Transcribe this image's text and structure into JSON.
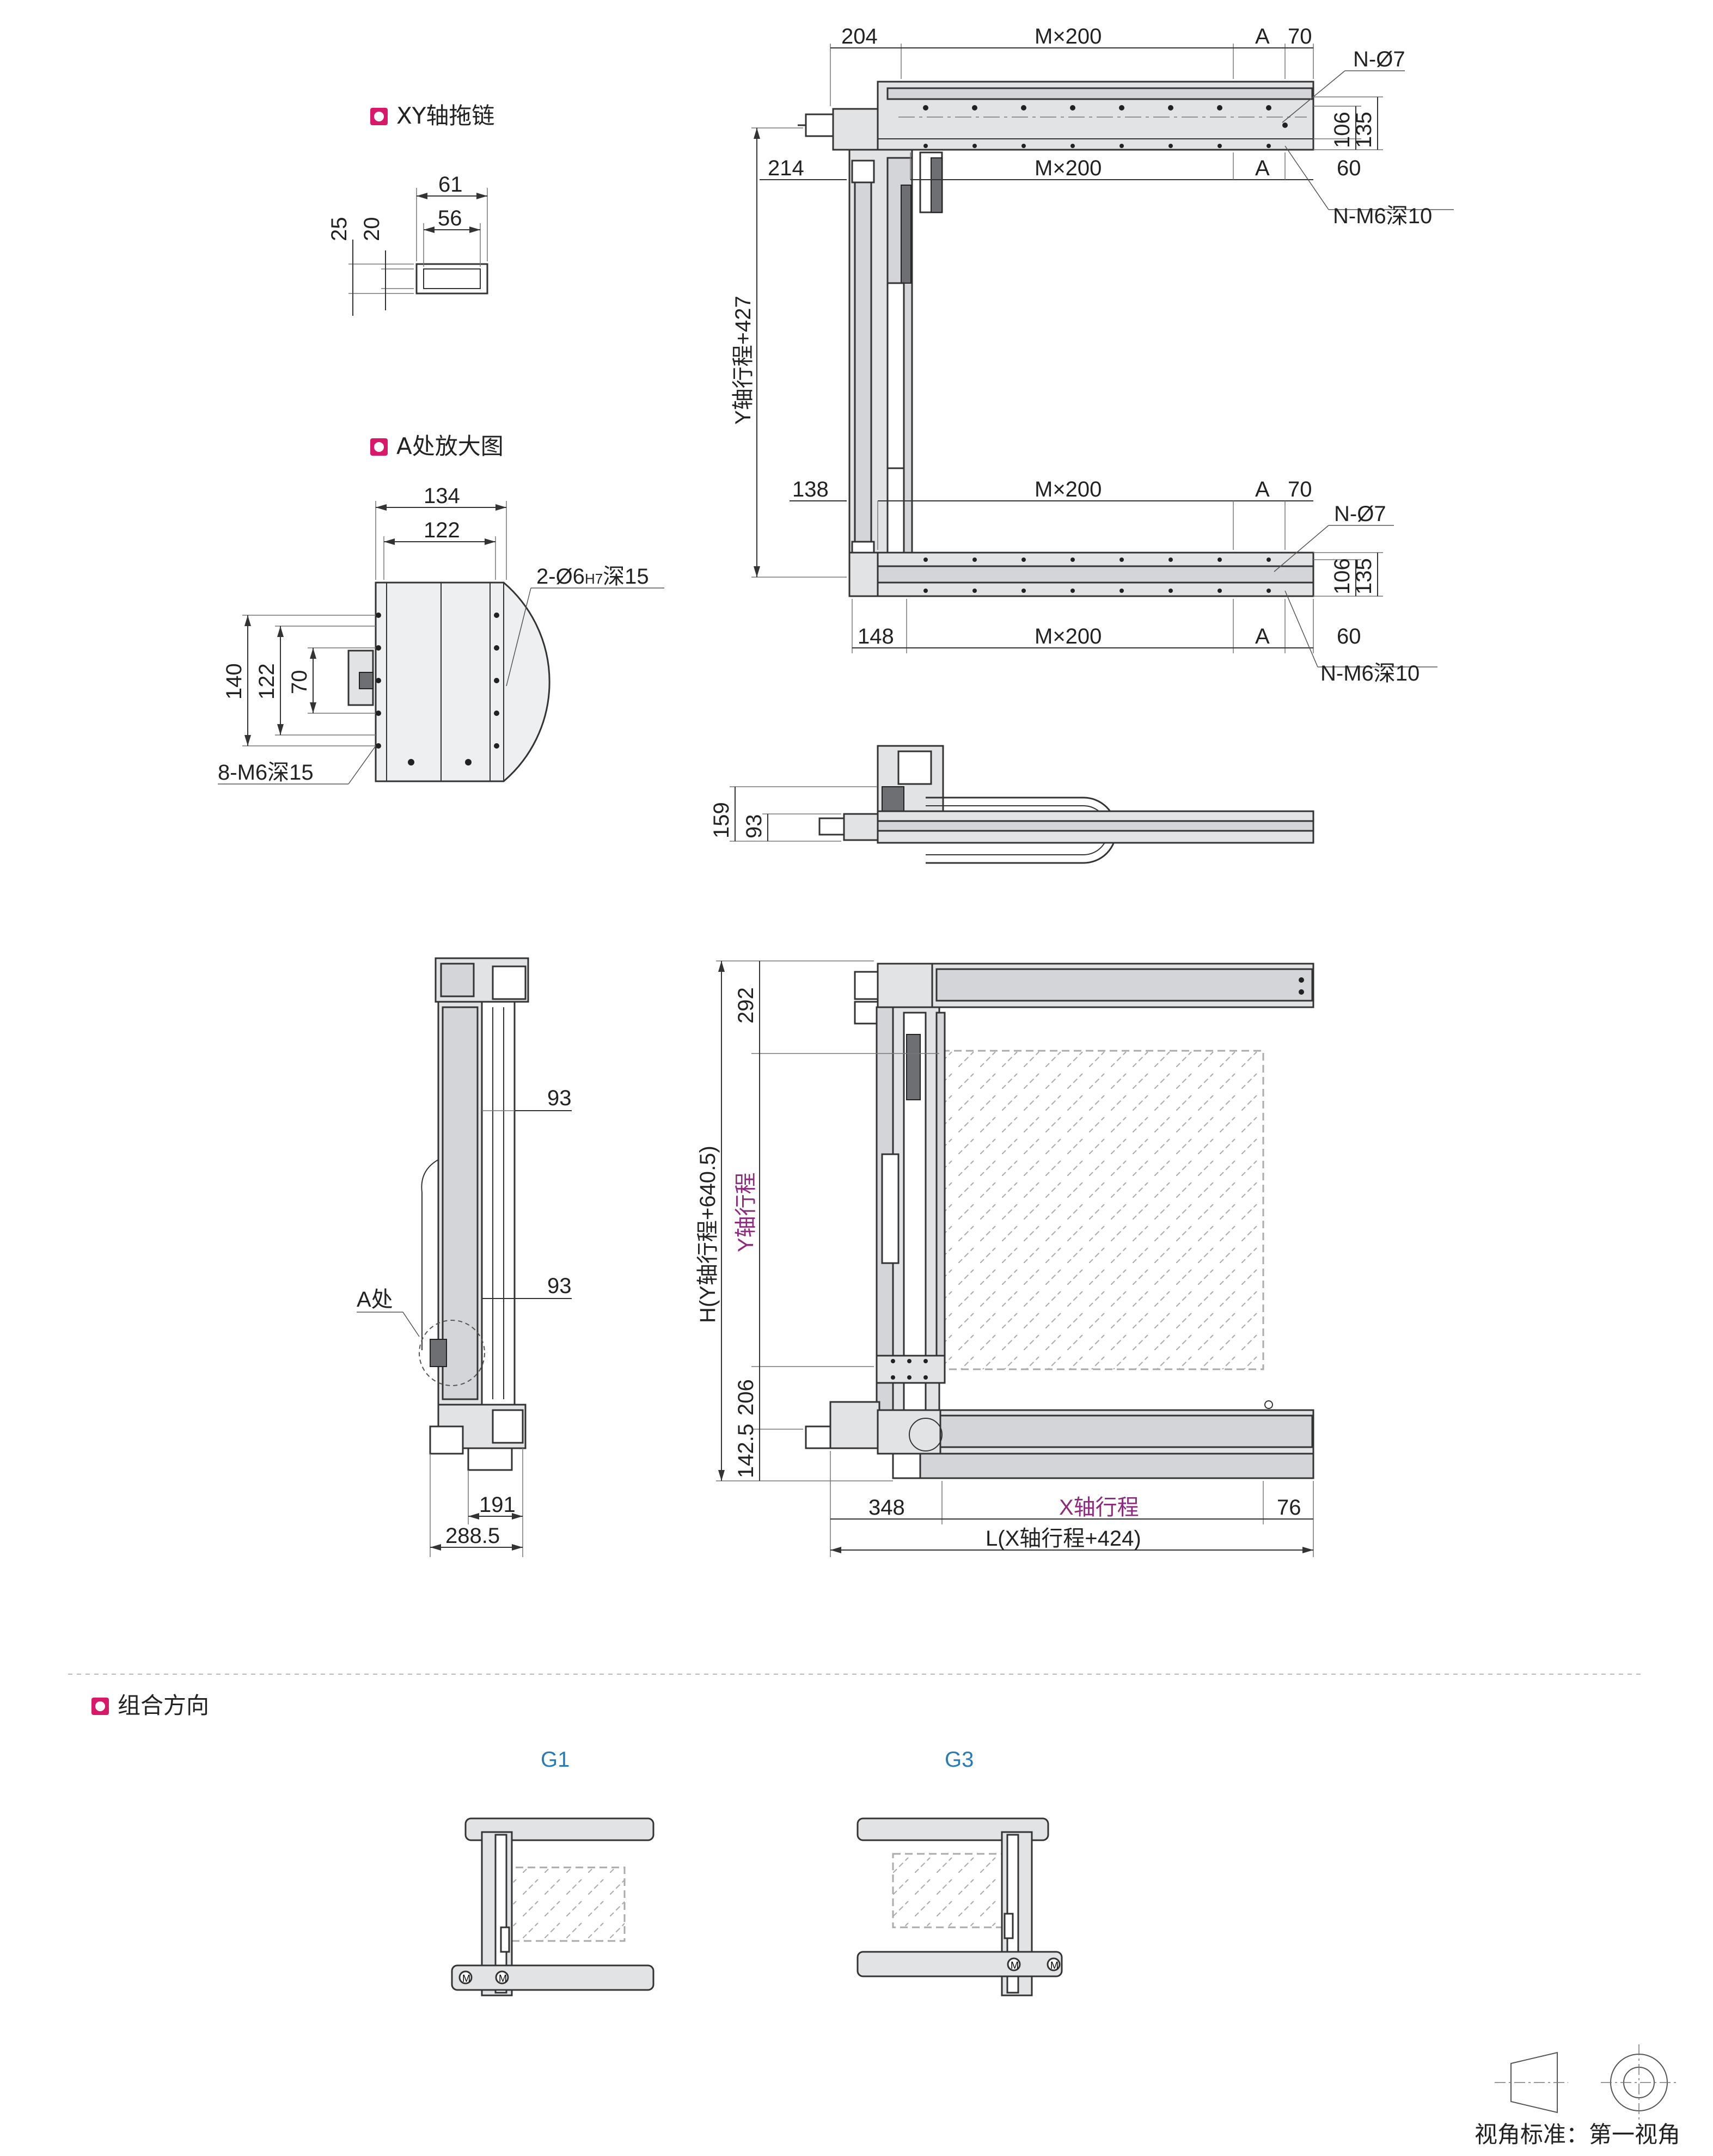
{
  "sections": {
    "drag_chain": {
      "label": "XY轴拖链"
    },
    "detail_a": {
      "label": "A处放大图"
    },
    "combination": {
      "label": "组合方向"
    }
  },
  "drag_chain_dims": {
    "outer_width": "61",
    "inner_width": "56",
    "outer_height": "25",
    "inner_height": "20"
  },
  "detail_a_dims": {
    "width_outer": "134",
    "width_inner": "122",
    "h_140": "140",
    "h_122": "122",
    "h_70": "70",
    "holes_pin": "2-Ø6",
    "holes_pin_tol": "H7",
    "holes_pin_depth": "深15",
    "holes_tap": "8-M6深15"
  },
  "top_view_dims": {
    "top_left_offset": "204",
    "top_pitch": "M×200",
    "top_a": "A",
    "top_end": "70",
    "top_hole": "N-Ø7",
    "upper_left_offset": "214",
    "upper_pitch": "M×200",
    "upper_a": "A",
    "upper_end": "60",
    "upper_tap": "N-M6深10",
    "h106": "106",
    "h135": "135",
    "y_height": "Y轴行程+427",
    "mid_left_offset": "138",
    "mid_pitch": "M×200",
    "mid_a": "A",
    "mid_end": "70",
    "mid_hole": "N-Ø7",
    "lower_h106": "106",
    "lower_h135": "135",
    "bottom_left_offset": "148",
    "bottom_pitch": "M×200",
    "bottom_a": "A",
    "bottom_end": "60",
    "bottom_tap": "N-M6深10"
  },
  "front_view_dims": {
    "h159": "159",
    "h93": "93"
  },
  "side_view_dims": {
    "d93_upper": "93",
    "d93_lower": "93",
    "a_mark": "A处",
    "w191": "191",
    "w2885": "288.5"
  },
  "main_view_dims": {
    "h292": "292",
    "y_stroke": "Y轴行程",
    "h_total": "H(Y轴行程+640.5)",
    "h206": "206",
    "h1425": "142.5",
    "w348": "348",
    "x_stroke": "X轴行程",
    "w76": "76",
    "l_total": "L(X轴行程+424)"
  },
  "combos": [
    {
      "label": "G1"
    },
    {
      "label": "G3"
    }
  ],
  "motor_mark": "M",
  "view_standard": "视角标准：第一视角",
  "colors": {
    "bullet": "#d8196a",
    "magenta_text": "#8e2a7e",
    "blue_text": "#2a7ab8"
  }
}
